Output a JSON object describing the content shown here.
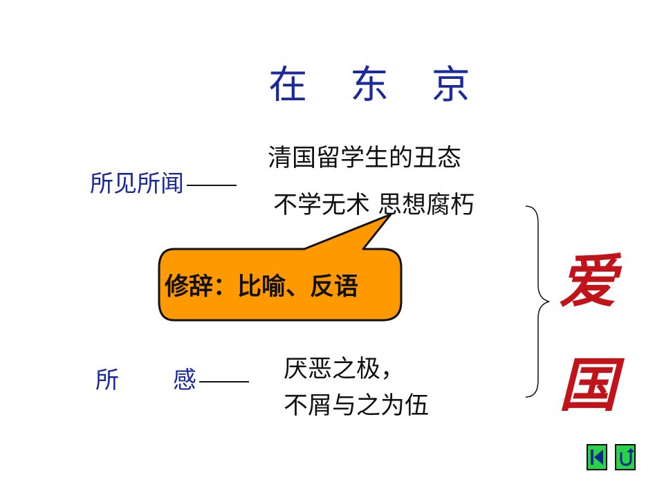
{
  "title": "在 东 京",
  "section1": {
    "label": "所见所闻",
    "line1": "清国留学生的丑态",
    "line2": "不学无术 思想腐朽"
  },
  "callout": {
    "text": "修辞：比喻、反语",
    "fill": "#ff9900"
  },
  "section2": {
    "label_a": "所",
    "label_b": "感",
    "line1": "厌恶之极，",
    "line2": "不屑与之为伍"
  },
  "conclusion": {
    "char1": "爱",
    "char2": "国",
    "color": "#c0141a"
  },
  "nav": {
    "first_icon": "first-slide-icon",
    "return_icon": "return-icon"
  }
}
